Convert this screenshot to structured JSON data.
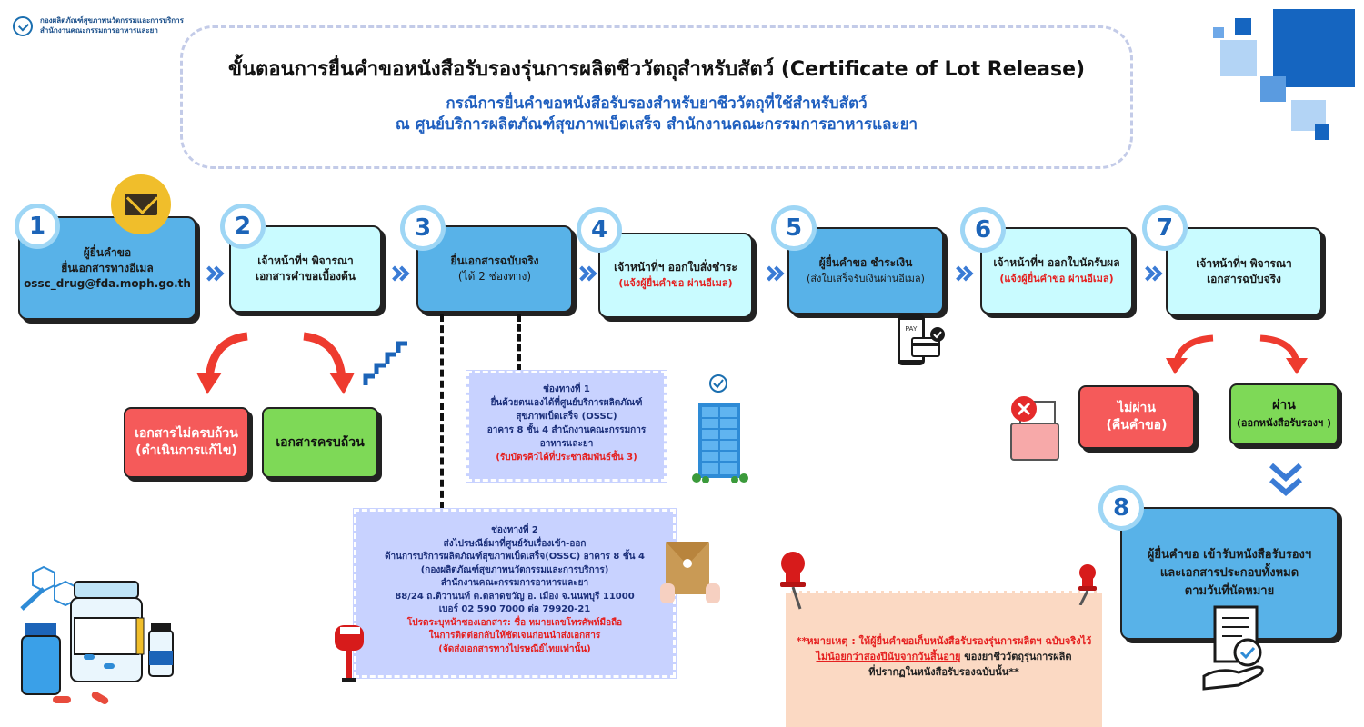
{
  "org": {
    "line1": "กองผลิตภัณฑ์สุขภาพนวัตกรรมและการบริการ",
    "line2": "สำนักงานคณะกรรมการอาหารและยา"
  },
  "header": {
    "title": "ขั้นตอนการยื่นคำขอหนังสือรับรองรุ่นการผลิตชีววัตถุสำหรับสัตว์ (Certificate of Lot Release)",
    "subtitle1": "กรณีการยื่นคำขอหนังสือรับรองสำหรับยาชีววัตถุที่ใช้สำหรับสัตว์",
    "subtitle2": "ณ ศูนย์บริการผลิตภัณฑ์สุขภาพเบ็ดเสร็จ สำนักงานคณะกรรมการอาหารและยา"
  },
  "steps": [
    {
      "num": "1",
      "line1": "ผู้ยื่นคำขอ",
      "line2": "ยื่นเอกสารทางอีเมล",
      "line3": "ossc_drug@fda.moph.go.th"
    },
    {
      "num": "2",
      "line1": "เจ้าหน้าที่ฯ พิจารณา",
      "line2": "เอกสารคำขอเบื้องต้น"
    },
    {
      "num": "3",
      "line1": "ยื่นเอกสารฉบับจริง",
      "line2": "(ได้ 2 ช่องทาง)"
    },
    {
      "num": "4",
      "line1": "เจ้าหน้าที่ฯ ออกใบสั่งชำระ",
      "note": "(แจ้งผู้ยื่นคำขอ ผ่านอีเมล)"
    },
    {
      "num": "5",
      "line1": "ผู้ยื่นคำขอ ชำระเงิน",
      "line2": "(ส่งใบเสร็จรับเงินผ่านอีเมล)"
    },
    {
      "num": "6",
      "line1": "เจ้าหน้าที่ฯ ออกใบนัดรับผล",
      "note": "(แจ้งผู้ยื่นคำขอ ผ่านอีเมล)"
    },
    {
      "num": "7",
      "line1": "เจ้าหน้าที่ฯ พิจารณา",
      "line2": "เอกสารฉบับจริง"
    },
    {
      "num": "8",
      "line1": "ผู้ยื่นคำขอ เข้ารับหนังสือรับรองฯ",
      "line2": "และเอกสารประกอบทั้งหมด",
      "line3": "ตามวันที่นัดหมาย"
    }
  ],
  "step2_results": {
    "incomplete_line1": "เอกสารไม่ครบถ้วน",
    "incomplete_line2": "(ดำเนินการแก้ไข)",
    "complete": "เอกสารครบถ้วน"
  },
  "step7_results": {
    "fail_line1": "ไม่ผ่าน",
    "fail_line2": "(คืนคำขอ)",
    "pass_line1": "ผ่าน",
    "pass_line2": "(ออกหนังสือรับรองฯ )"
  },
  "channel1": {
    "title": "ช่องทางที่ 1",
    "l1": "ยื่นด้วยตนเองได้ที่ศูนย์บริการผลิตภัณฑ์",
    "l2": "สุขภาพเบ็ดเสร็จ (OSSC)",
    "l3": "อาคาร 8 ชั้น 4 สำนักงานคณะกรรมการ",
    "l4": "อาหารและยา",
    "l5": "(รับบัตรคิวได้ที่ประชาสัมพันธ์ชั้น 3)"
  },
  "channel2": {
    "title": "ช่องทางที่ 2",
    "l1": "ส่งไปรษณีย์มาที่ศูนย์รับเรื่องเข้า-ออก",
    "l2": "ด้านการบริการผลิตภัณฑ์สุขภาพเบ็ดเสร็จ(OSSC) อาคาร 8 ชั้น 4",
    "l3": "(กองผลิตภัณฑ์สุขภาพนวัตกรรมและการบริการ)",
    "l4": "สำนักงานคณะกรรมการอาหารและยา",
    "l5": "88/24 ถ.ติวานนท์ ต.ตลาดขวัญ อ. เมือง จ.นนทบุรี 11000",
    "l6": "เบอร์ 02 590 7000 ต่อ 79920-21",
    "l7": "โปรดระบุหน้าซองเอกสาร: ชื่อ หมายเลขโทรศัพท์มือถือ",
    "l8": "ในการติดต่อกลับให้ชัดเจนก่อนนำส่งเอกสาร",
    "l9": "(จัดส่งเอกสารทางไปรษณีย์ไทยเท่านั้น)"
  },
  "note": {
    "l1": "**หมายเหตุ : ให้ผู้ยื่นคำขอเก็บหนังสือรับรองรุ่นการผลิตฯ ฉบับจริงไว้",
    "l2a": "ไม่น้อยกว่าสองปีนับจากวันสิ้นอายุ",
    "l2b": " ของยาชีววัตถุรุ่นการผลิต",
    "l3": "ที่ปรากฏในหนังสือรับรองฉบับนั้น**"
  },
  "phone_label": "PAY",
  "colors": {
    "cyan": "#c9fbff",
    "blue": "#58b2e8",
    "red": "#f55a5a",
    "green": "#7ed957",
    "accent": "#1c64b8"
  }
}
